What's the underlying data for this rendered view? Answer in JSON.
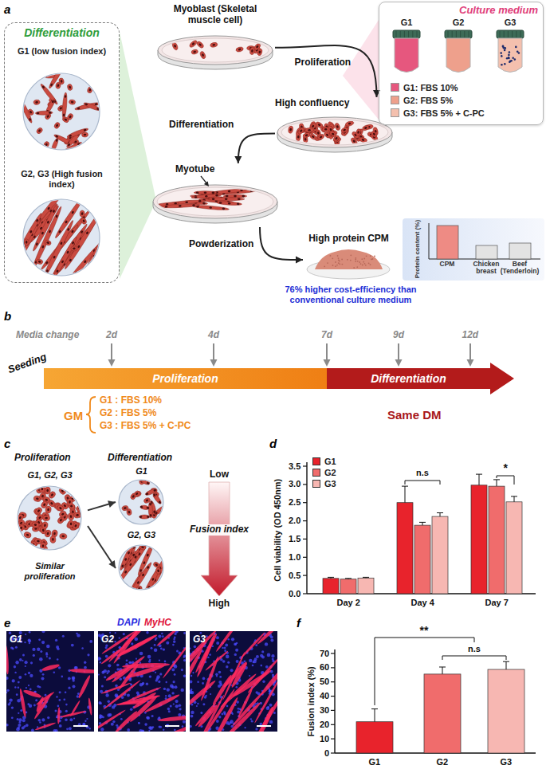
{
  "diagram": {
    "nodes": [
      {
        "text": [
          "Differentiation"
        ]
      },
      {
        "text": [
          "G1 (low fusion index)"
        ],
        "in": 0
      },
      {
        "text": [
          "G2, G3 (High fusion index)"
        ],
        "in": 0
      },
      {
        "text": [
          "Myoblast (Skeletal muscle cell)"
        ]
      },
      {
        "text": [
          "Culture medium"
        ]
      },
      {
        "text": [
          "G1"
        ],
        "in": 4
      },
      {
        "text": [
          "G2"
        ],
        "in": 4
      },
      {
        "text": [
          "G3"
        ],
        "in": 4
      },
      {
        "text": [
          "High confluency"
        ]
      },
      {
        "text": [
          "Myotube"
        ]
      },
      {
        "text": [
          "High protein CPM"
        ]
      },
      {
        "text": [
          "Proliferation"
        ]
      },
      {
        "text": [
          "Differentiation"
        ]
      },
      {
        "text": [
          "G1, G2, G3",
          "Similar proliferation"
        ]
      },
      {
        "text": [
          "G1"
        ]
      },
      {
        "text": [
          "G2, G3"
        ]
      }
    ],
    "edges": [
      {
        "from": 3,
        "to": 8,
        "label": "Proliferation",
        "arrow": "to"
      },
      {
        "from": 8,
        "to": 9,
        "label": "Differentiation",
        "arrow": "to"
      },
      {
        "from": 9,
        "to": 10,
        "label": "Powderization",
        "arrow": "to"
      },
      {
        "from": 13,
        "to": 14,
        "arrow": "to"
      },
      {
        "from": 13,
        "to": 15,
        "arrow": "to"
      }
    ],
    "labels": [
      "a",
      "CPM",
      "Chicken breast",
      "Beef (Tenderloin)",
      "Protein content (%)",
      "76% higher cost-efficiency than conventional culture medium",
      "b",
      "Media change",
      "2d",
      "4d",
      "7d",
      "9d",
      "12d",
      "Seeding",
      "GM",
      "G1 : FBS 10%",
      "G2 : FBS 5%",
      "G3 : FBS 5% + C-PC",
      "Same DM",
      "c",
      "Proliferation",
      "Differentiation",
      "Low",
      "Fusion index",
      "High",
      "d",
      "Cell viability (OD 450nm)",
      "0.0",
      "0.5",
      "1.0",
      "1.5",
      "2.0",
      "2.5",
      "3.0",
      "3.5",
      "Day 2",
      "Day 4",
      "Day 7",
      "n.s",
      "*",
      "e",
      "DAPI",
      "MyHC",
      "G1",
      "G2",
      "G3",
      "f",
      "Fusion index (%)",
      "0",
      "10",
      "20",
      "30",
      "40",
      "50",
      "60",
      "70",
      "G1",
      "G2",
      "G3",
      "**",
      "n.s"
    ],
    "legend": [
      {
        "text": "G1: FBS 10%",
        "color": "#e6577e"
      },
      {
        "text": "G2: FBS 5%",
        "color": "#eea08c"
      },
      {
        "text": "G3: FBS 5% + C-PC",
        "color": "#f4c0ae"
      },
      {
        "text": "G1",
        "color": "#e8232c"
      },
      {
        "text": "G2",
        "color": "#f06c6c"
      },
      {
        "text": "G3",
        "color": "#f7b7b2"
      }
    ]
  }
}
